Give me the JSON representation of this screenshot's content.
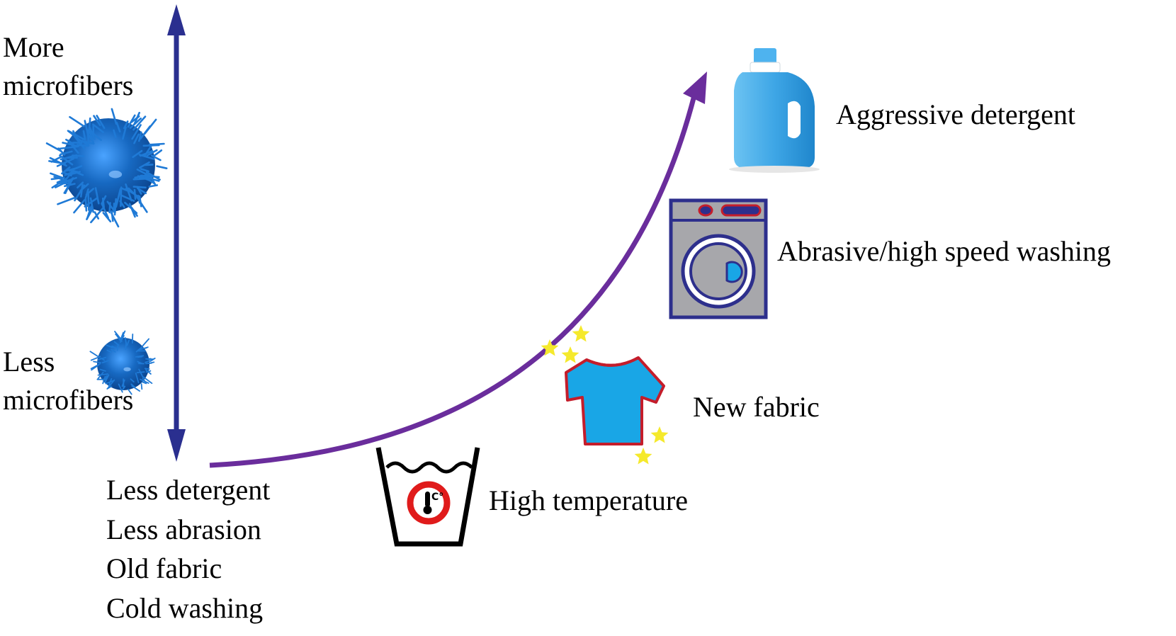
{
  "axis": {
    "more_label": "More\nmicrofibers",
    "less_label": "Less\nmicrofibers",
    "color": "#2a2f8f"
  },
  "baseline_factors": [
    "Less detergent",
    "Less abrasion",
    "Old fabric",
    "Cold washing"
  ],
  "factors": {
    "high_temperature": "High temperature",
    "new_fabric": "New fabric",
    "abrasive_washing": "Abrasive/high speed washing",
    "aggressive_detergent": "Aggressive detergent"
  },
  "colors": {
    "curve": "#6a2d9c",
    "fiber_ball": "#1769c2",
    "shirt_fill": "#19a6e6",
    "shirt_outline": "#c41d2b",
    "star": "#f5e92c",
    "machine_frame": "#2d2f8c",
    "machine_body": "#a7a7ab",
    "bottle": "#3ea6e6",
    "thermo_ring": "#e01b1b"
  },
  "icons": [
    "fiber-ball-icon",
    "washing-basin-icon",
    "thermometer-icon",
    "shirt-icon",
    "star-icon",
    "washing-machine-icon",
    "detergent-bottle-icon"
  ]
}
